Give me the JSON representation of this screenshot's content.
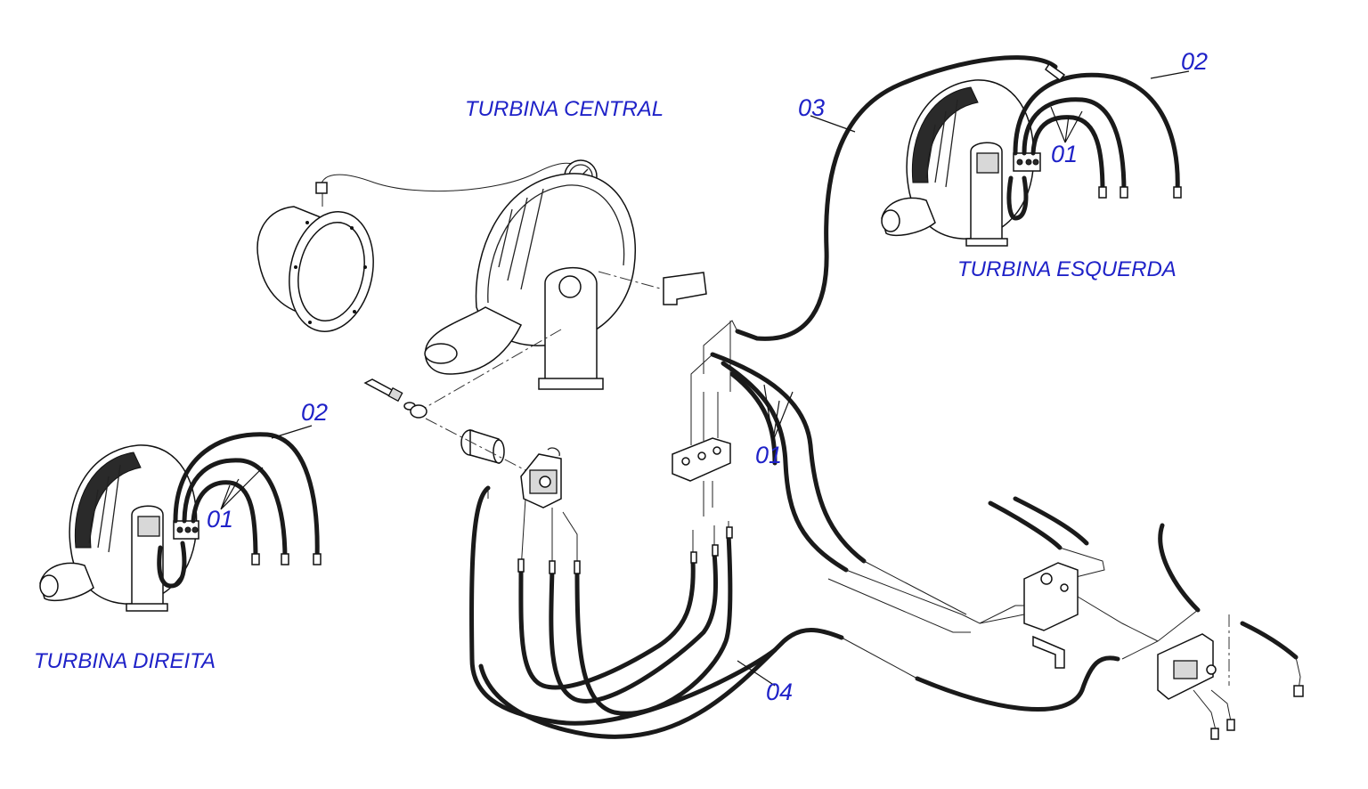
{
  "diagram": {
    "group_labels": {
      "central": "TURBINA CENTRAL",
      "left": "TURBINA ESQUERDA",
      "right": "TURBINA DIREITA"
    },
    "callouts": {
      "left_02": "02",
      "left_01": "01",
      "top_03": "03",
      "mid_01": "01",
      "right_02": "02",
      "right_01": "01",
      "bottom_04": "04"
    },
    "colors": {
      "label_blue": "#1f22c8",
      "hose": "#1a1a1a"
    }
  }
}
